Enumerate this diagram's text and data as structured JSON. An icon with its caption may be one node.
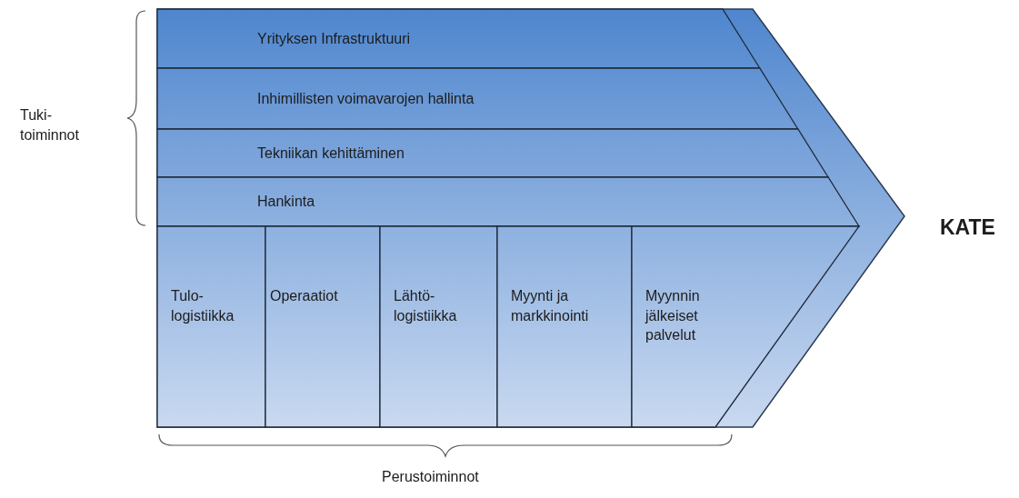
{
  "diagram": {
    "nodes": [
      {
        "text": [
          "Yrityksen Infrastruktuuri"
        ]
      },
      {
        "text": [
          "Inhimillisten voimavarojen hallinta"
        ]
      },
      {
        "text": [
          "Tekniikan kehittäminen"
        ]
      },
      {
        "text": [
          "Hankinta"
        ]
      },
      {
        "text": [
          "Tulo- logistiikka"
        ]
      },
      {
        "text": [
          "Operaatiot"
        ]
      },
      {
        "text": [
          "Lähtö- logistiikka"
        ]
      },
      {
        "text": [
          "Myynti ja markkinointi"
        ]
      },
      {
        "text": [
          "Myynnin jälkeiset palvelut"
        ]
      }
    ],
    "labels": [
      "Tuki- toiminnot",
      "KATE",
      "Perustoiminnot"
    ]
  }
}
